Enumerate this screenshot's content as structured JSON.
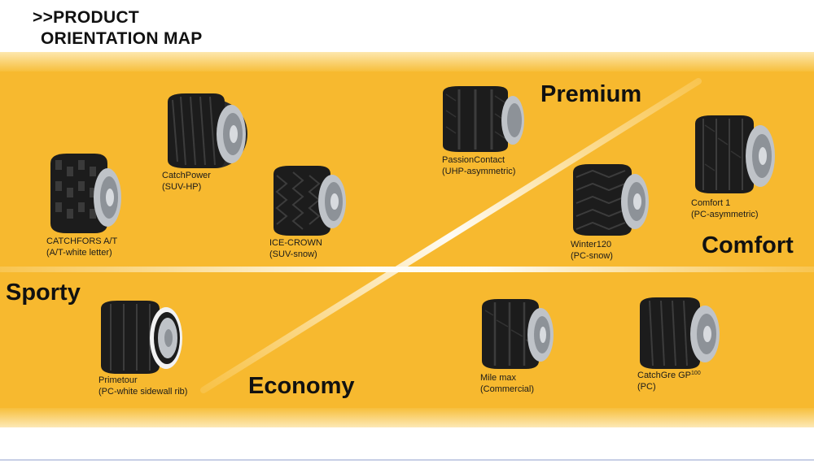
{
  "heading": {
    "line1": ">>PRODUCT",
    "line2": "ORIENTATION MAP"
  },
  "axes": {
    "premium": "Premium",
    "comfort": "Comfort",
    "sporty": "Sporty",
    "economy": "Economy"
  },
  "colors": {
    "panel": "#f7b92f",
    "tire_rubber": "#1c1c1c",
    "rim": "#c9ccd1"
  },
  "products": [
    {
      "name": "CatchPower",
      "type": "(SUV-HP)"
    },
    {
      "name": "CATCHFORS A/T",
      "type": "(A/T-white letter)"
    },
    {
      "name": "ICE-CROWN",
      "type": "(SUV-snow)"
    },
    {
      "name": "PassionContact",
      "type": "(UHP-asymmetric)"
    },
    {
      "name": "Winter120",
      "type": "(PC-snow)"
    },
    {
      "name": "Comfort 1",
      "type": "(PC-asymmetric)"
    },
    {
      "name": "Primetour",
      "type": "(PC-white sidewall rib)"
    },
    {
      "name": "Mile max",
      "type": "(Commercial)"
    },
    {
      "name": "CatchGre GP",
      "sup": "100",
      "type": "(PC)"
    }
  ]
}
